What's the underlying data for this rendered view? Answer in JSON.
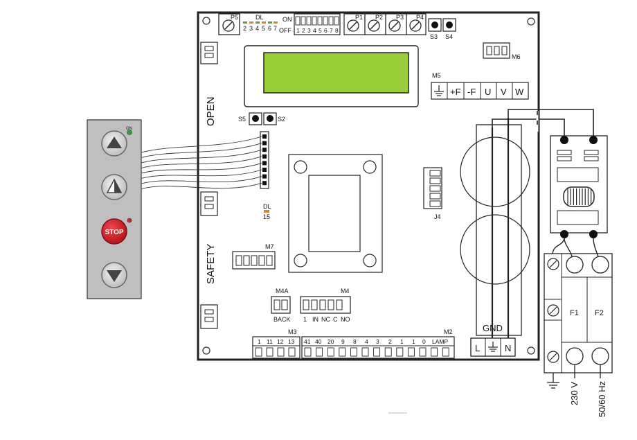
{
  "board": {
    "dl_header": "DL",
    "dl_numbers": [
      "2",
      "3",
      "4",
      "5",
      "6",
      "7"
    ],
    "on_label": "ON",
    "off_label": "OFF",
    "dip_numbers": [
      "1",
      "2",
      "3",
      "4",
      "5",
      "6",
      "7",
      "8"
    ],
    "trimmers": [
      "P5",
      "P1",
      "P2",
      "P3",
      "P4"
    ],
    "s3": "S3",
    "s4": "S4",
    "s5": "S5",
    "s2": "S2",
    "m6": "M6",
    "m5": "M5",
    "m5_terminals": [
      "+F",
      "-F",
      "U",
      "V",
      "W"
    ],
    "open_label": "OPEN",
    "safety_label": "SAFETY",
    "dl15_header": "DL",
    "dl15_number": "15",
    "m7": "M7",
    "j4": "J4",
    "m4a": "M4A",
    "back": "BACK",
    "m4": "M4",
    "m4_labels": [
      "1",
      "IN",
      "NC",
      "C",
      "NO"
    ],
    "m3": "M3",
    "m3_numbers": [
      "1",
      "11",
      "12",
      "13"
    ],
    "m2": "M2",
    "m2_numbers": [
      "41",
      "40",
      "20",
      "9",
      "8",
      "4",
      "3",
      "2",
      "1",
      "1",
      "0",
      "LAMP"
    ],
    "gnd": "GND",
    "l": "L",
    "n": "N"
  },
  "keypad": {
    "on_label": "ON",
    "stop_label": "STOP",
    "stop_color": "#d9232d",
    "panel_color": "#bfbfbf",
    "led_color": "#2e9e3e",
    "icons": [
      "arrow-up-icon",
      "partial-open-icon",
      "stop-icon",
      "arrow-down-icon"
    ]
  },
  "supply": {
    "f1": "F1",
    "f2": "F2",
    "voltage": "230 V",
    "frequency": "50/60 Hz"
  },
  "colors": {
    "lcd": "#9acd3a",
    "line": "#222222"
  }
}
